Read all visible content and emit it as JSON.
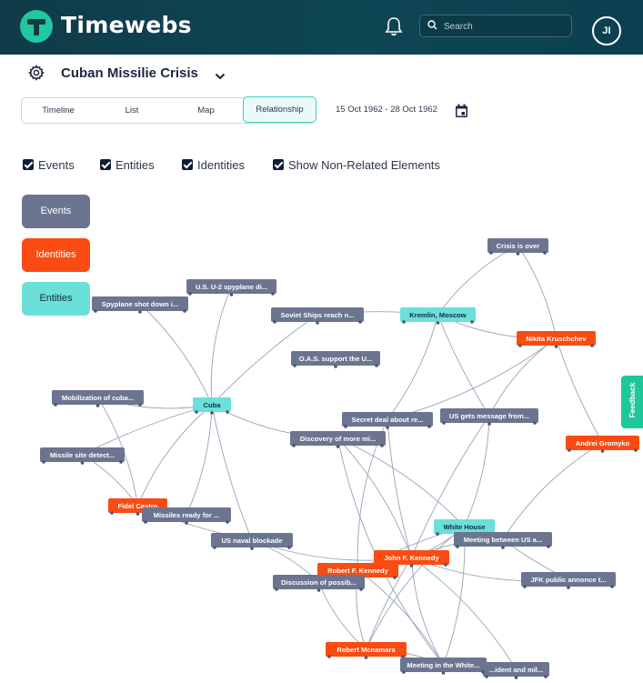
{
  "header": {
    "brand": "Timewebs",
    "search_placeholder": "Search",
    "avatar_initials": "JI"
  },
  "colors": {
    "header_bg": "#0f3b48",
    "brand_accent": "#22c7a1",
    "event": "#6b7590",
    "identity": "#fa4b12",
    "entity": "#6ae0d8",
    "edge": "#9aa2b8"
  },
  "page": {
    "title": "Cuban Missilie Crisis"
  },
  "tabs": [
    {
      "label": "Timeline",
      "active": false
    },
    {
      "label": "List",
      "active": false
    },
    {
      "label": "Map",
      "active": false
    },
    {
      "label": "Relationship",
      "active": true
    }
  ],
  "date_range": "15 Oct 1962 - 28 Oct 1962",
  "filters": [
    {
      "label": "Events",
      "checked": true
    },
    {
      "label": "Entities",
      "checked": true
    },
    {
      "label": "Identities",
      "checked": true
    },
    {
      "label": "Show Non-Related Elements",
      "checked": true
    }
  ],
  "legend": {
    "events": "Events",
    "identities": "Identities",
    "entities": "Entities"
  },
  "graph": {
    "nodes": [
      {
        "id": "crisis_over",
        "label": "Crisis is over",
        "type": "event"
      },
      {
        "id": "kremlin",
        "label": "Kremlin, Moscow",
        "type": "entity"
      },
      {
        "id": "soviet_ships",
        "label": "Soviet Ships reach n...",
        "type": "event"
      },
      {
        "id": "u2",
        "label": "U.S. U-2 spyplane di...",
        "type": "event"
      },
      {
        "id": "spyplane_down",
        "label": "Spyplane shot down i...",
        "type": "event"
      },
      {
        "id": "khrushchev",
        "label": "Nikita Kruschchev",
        "type": "identity"
      },
      {
        "id": "oas",
        "label": "O.A.S. support the U...",
        "type": "event"
      },
      {
        "id": "mobilization",
        "label": "Mobilization of cuba...",
        "type": "event"
      },
      {
        "id": "cuba",
        "label": "Cuba",
        "type": "entity"
      },
      {
        "id": "secret_deal",
        "label": "Secret deal about re...",
        "type": "event"
      },
      {
        "id": "us_message",
        "label": "US gets message from...",
        "type": "event"
      },
      {
        "id": "discovery",
        "label": "Discovery of more mi...",
        "type": "event"
      },
      {
        "id": "gromyko",
        "label": "Andrei Gromyko",
        "type": "identity"
      },
      {
        "id": "missile_site",
        "label": "Missile site detect...",
        "type": "event"
      },
      {
        "id": "castro",
        "label": "Fidel Castro",
        "type": "identity"
      },
      {
        "id": "missiles_ready",
        "label": "Missiles ready for ...",
        "type": "event"
      },
      {
        "id": "white_house",
        "label": "White House",
        "type": "entity"
      },
      {
        "id": "naval_blockade",
        "label": "US naval blockade",
        "type": "event"
      },
      {
        "id": "meeting_us",
        "label": "Meeting between US a...",
        "type": "event"
      },
      {
        "id": "jfk",
        "label": "John F. Kennedy",
        "type": "identity"
      },
      {
        "id": "rfk",
        "label": "Robert F. Kennedy",
        "type": "identity"
      },
      {
        "id": "jfk_public",
        "label": "JFK public annonce t...",
        "type": "event"
      },
      {
        "id": "discussion",
        "label": "Discussion of possib...",
        "type": "event"
      },
      {
        "id": "mcnamara",
        "label": "Robert Mcnamara",
        "type": "identity"
      },
      {
        "id": "president_mil",
        "label": "...ident and mil...",
        "type": "event"
      },
      {
        "id": "meeting_white",
        "label": "Meeting in the White...",
        "type": "event"
      }
    ],
    "edges": [
      [
        "crisis_over",
        "kremlin"
      ],
      [
        "crisis_over",
        "khrushchev"
      ],
      [
        "kremlin",
        "soviet_ships"
      ],
      [
        "kremlin",
        "khrushchev"
      ],
      [
        "kremlin",
        "secret_deal"
      ],
      [
        "kremlin",
        "us_message"
      ],
      [
        "khrushchev",
        "us_message"
      ],
      [
        "khrushchev",
        "secret_deal"
      ],
      [
        "khrushchev",
        "gromyko"
      ],
      [
        "u2",
        "cuba"
      ],
      [
        "spyplane_down",
        "cuba"
      ],
      [
        "soviet_ships",
        "cuba"
      ],
      [
        "mobilization",
        "cuba"
      ],
      [
        "mobilization",
        "castro"
      ],
      [
        "cuba",
        "missile_site"
      ],
      [
        "cuba",
        "castro"
      ],
      [
        "cuba",
        "missiles_ready"
      ],
      [
        "cuba",
        "naval_blockade"
      ],
      [
        "cuba",
        "discovery"
      ],
      [
        "missile_site",
        "castro"
      ],
      [
        "castro",
        "naval_blockade"
      ],
      [
        "castro",
        "missiles_ready"
      ],
      [
        "discovery",
        "white_house"
      ],
      [
        "secret_deal",
        "jfk"
      ],
      [
        "secret_deal",
        "rfk"
      ],
      [
        "us_message",
        "white_house"
      ],
      [
        "us_message",
        "jfk"
      ],
      [
        "gromyko",
        "meeting_us"
      ],
      [
        "white_house",
        "jfk"
      ],
      [
        "white_house",
        "meeting_us"
      ],
      [
        "white_house",
        "mcnamara"
      ],
      [
        "white_house",
        "meeting_white"
      ],
      [
        "white_house",
        "rfk"
      ],
      [
        "naval_blockade",
        "jfk"
      ],
      [
        "naval_blockade",
        "discussion"
      ],
      [
        "jfk",
        "rfk"
      ],
      [
        "jfk",
        "jfk_public"
      ],
      [
        "jfk",
        "meeting_us"
      ],
      [
        "jfk",
        "mcnamara"
      ],
      [
        "jfk",
        "meeting_white"
      ],
      [
        "jfk",
        "president_mil"
      ],
      [
        "jfk",
        "discussion"
      ],
      [
        "rfk",
        "mcnamara"
      ],
      [
        "rfk",
        "meeting_white"
      ],
      [
        "rfk",
        "discussion"
      ],
      [
        "discussion",
        "mcnamara"
      ],
      [
        "mcnamara",
        "meeting_white"
      ],
      [
        "mcnamara",
        "president_mil"
      ],
      [
        "meeting_white",
        "president_mil"
      ],
      [
        "discovery",
        "jfk"
      ],
      [
        "meeting_us",
        "jfk_public"
      ],
      [
        "discovery",
        "meeting_white"
      ]
    ]
  },
  "feedback_label": "Feedback"
}
